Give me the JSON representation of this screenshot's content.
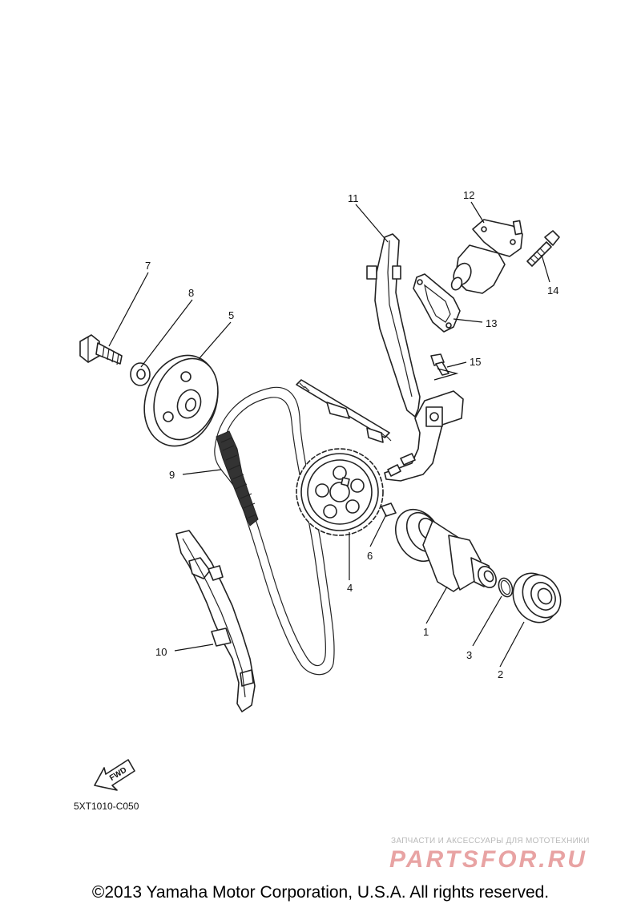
{
  "diagram": {
    "callouts": [
      {
        "id": "1",
        "text": "1"
      },
      {
        "id": "2",
        "text": "2"
      },
      {
        "id": "3",
        "text": "3"
      },
      {
        "id": "4",
        "text": "4"
      },
      {
        "id": "5",
        "text": "5"
      },
      {
        "id": "6",
        "text": "6"
      },
      {
        "id": "7",
        "text": "7"
      },
      {
        "id": "8",
        "text": "8"
      },
      {
        "id": "9",
        "text": "9"
      },
      {
        "id": "10",
        "text": "10"
      },
      {
        "id": "11",
        "text": "11"
      },
      {
        "id": "12",
        "text": "12"
      },
      {
        "id": "13",
        "text": "13"
      },
      {
        "id": "14",
        "text": "14"
      },
      {
        "id": "15",
        "text": "15"
      }
    ],
    "fwd_label": "FWD",
    "drawing_code": "5XT1010-C050"
  },
  "watermark": {
    "tagline": "ЗАПЧАСТИ И АКСЕССУАРЫ ДЛЯ МОТОТЕХНИКИ",
    "logo": "PARTSFOR.RU"
  },
  "footer": {
    "copyright": "©2013 Yamaha Motor Corporation, U.S.A. All rights reserved."
  },
  "colors": {
    "line": "#222222",
    "watermark_logo": "#e8a3a3",
    "watermark_text": "#b9b9b9"
  }
}
